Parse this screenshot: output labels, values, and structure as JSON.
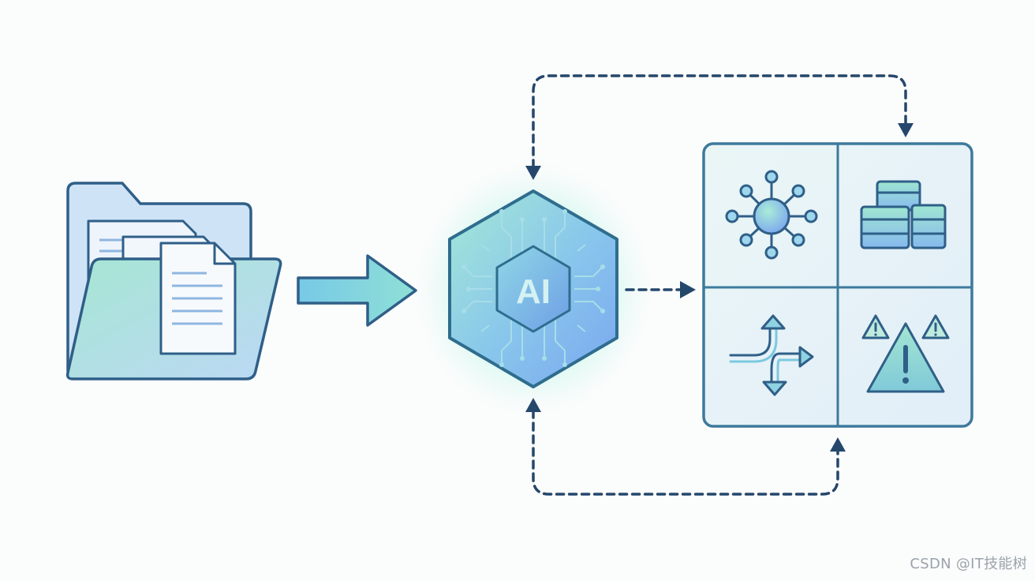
{
  "diagram": {
    "ai_core": {
      "label": "AI",
      "icon": "ai-chip-hexagon-icon"
    },
    "input": {
      "icon": "folder-with-documents-icon"
    },
    "output_panel": {
      "icons": [
        "network-node-icon",
        "stacked-database-blocks-icon",
        "branching-arrows-icon",
        "warning-triangles-icon"
      ]
    },
    "connectors": [
      "solid-arrow-input-to-ai",
      "dashed-arrow-ai-to-panel",
      "dashed-loop-ai-to-panel-top",
      "dashed-loop-panel-to-ai-bottom"
    ]
  },
  "watermark": "CSDN @IT技能树",
  "colors": {
    "stroke": "#2f5f88",
    "dash": "#25476b",
    "panel_fill": "#e6f3f7",
    "folder_fill": "#cfe3f7",
    "accent_green": "#9ee3c9",
    "accent_blue": "#7fb4ee",
    "glow": "#8ff2e2"
  }
}
